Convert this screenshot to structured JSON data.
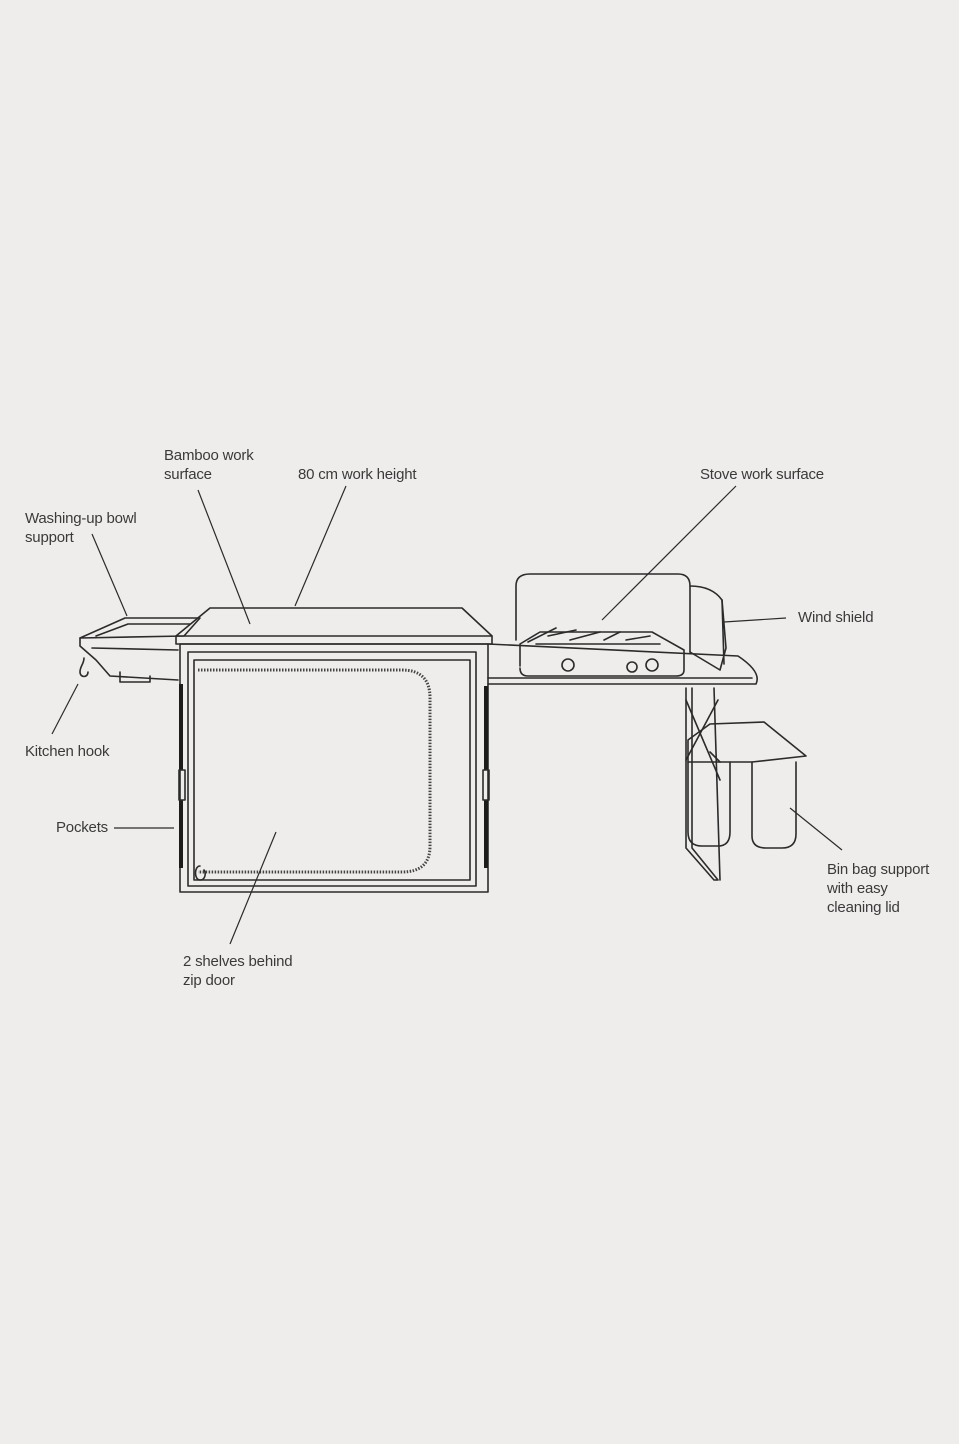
{
  "labels": {
    "bamboo": "Bamboo work\nsurface",
    "work_height": "80 cm work height",
    "stove_surface": "Stove work surface",
    "washing_up": "Washing-up bowl\nsupport",
    "wind_shield": "Wind shield",
    "kitchen_hook": "Kitchen hook",
    "pockets": "Pockets",
    "bin_bag": "Bin bag support\nwith easy\ncleaning lid",
    "shelves": "2 shelves behind\nzip door"
  },
  "colors": {
    "background": "#efedec",
    "line": "#2b2b2b",
    "text": "#3a3a3a"
  }
}
